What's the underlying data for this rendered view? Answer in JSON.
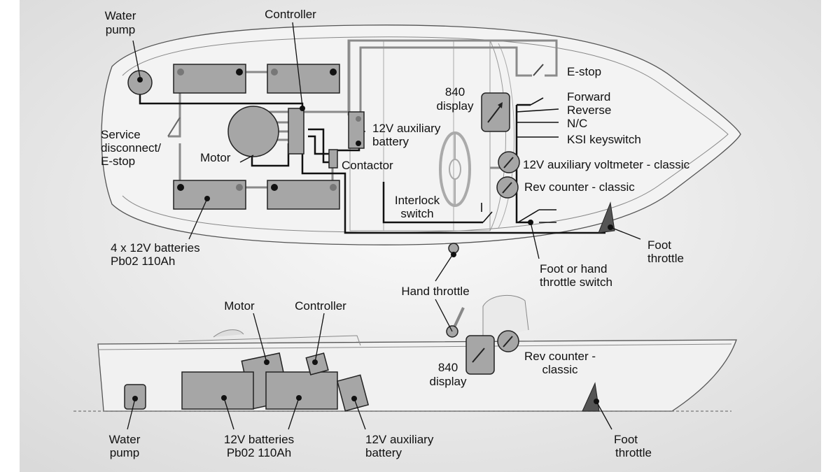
{
  "top_view": {
    "labels": {
      "water_pump": [
        "Water",
        "pump"
      ],
      "controller": "Controller",
      "estop": "E-stop",
      "display_840": [
        "840",
        "display"
      ],
      "forward": "Forward",
      "reverse": "Reverse",
      "nc": "N/C",
      "ksi": "KSI keyswitch",
      "aux_battery": [
        "12V auxiliary",
        "battery"
      ],
      "service_disconnect": [
        "Service",
        "disconnect/",
        "E-stop"
      ],
      "motor": "Motor",
      "contactor": "Contactor",
      "voltmeter": "12V auxiliary voltmeter - classic",
      "rev_counter": "Rev counter - classic",
      "interlock": [
        "Interlock",
        "switch"
      ],
      "batteries": [
        "4 x 12V batteries",
        "Pb02 110Ah"
      ],
      "hand_throttle": "Hand throttle",
      "foot_hand_switch": [
        "Foot or hand",
        "throttle switch"
      ],
      "foot_throttle": [
        "Foot",
        "throttle"
      ]
    }
  },
  "side_view": {
    "labels": {
      "motor": "Motor",
      "controller": "Controller",
      "display_840": [
        "840",
        "display"
      ],
      "rev_counter": [
        "Rev counter -",
        "classic"
      ],
      "water_pump": [
        "Water",
        "pump"
      ],
      "batteries": [
        "12V batteries",
        "Pb02 110Ah"
      ],
      "aux_battery": [
        "12V auxiliary",
        "battery"
      ],
      "foot_throttle": [
        "Foot",
        "throttle"
      ]
    }
  },
  "colors": {
    "component_fill": "#a6a6a6",
    "hull_fill": "#efefef",
    "wire_power": "#000000",
    "wire_grey": "#8a8a8a",
    "background": "#e9e9e9"
  }
}
